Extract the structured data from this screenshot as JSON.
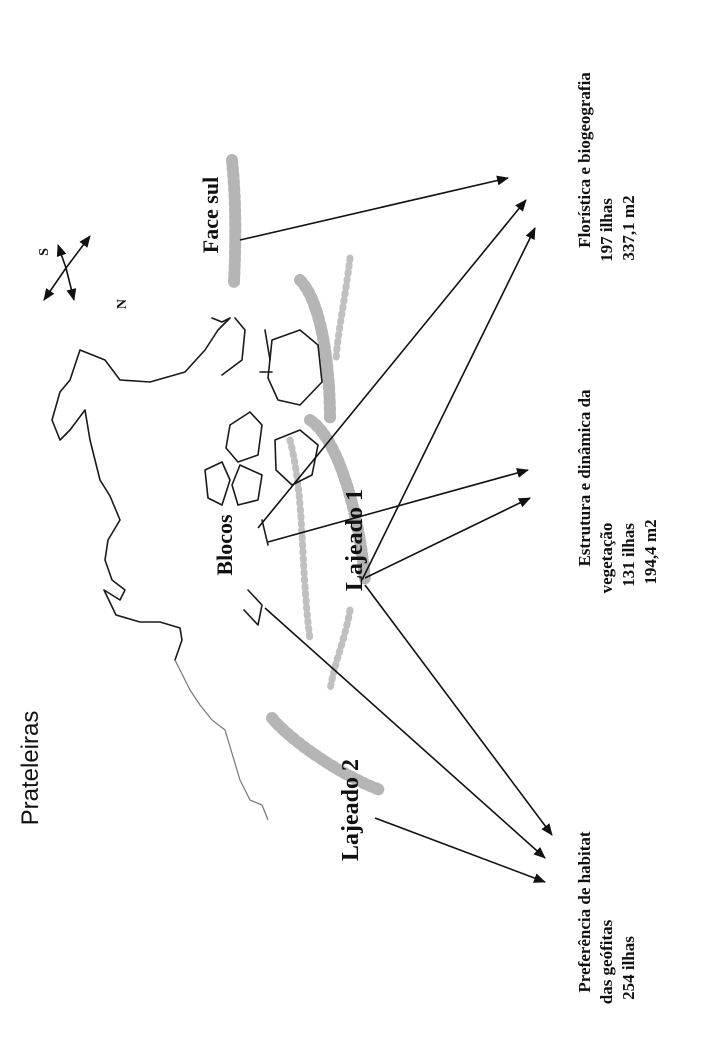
{
  "title": "Prateleiras",
  "compass": {
    "south": "S",
    "north": "N"
  },
  "site_labels": {
    "face_sul": "Face sul",
    "blocos": "Blocos",
    "lajeado1": "Lajeado 1",
    "lajeado2": "Lajeado 2"
  },
  "studies": {
    "floristica": {
      "lines": [
        "Florística e biogeografia",
        "197 ilhas",
        "337,1 m2"
      ]
    },
    "estrutura": {
      "lines": [
        "Estrutura e dinâmica da",
        "vegetação",
        "131 ilhas",
        "194,4 m2"
      ]
    },
    "preferencia": {
      "lines": [
        "Preferência de habitat",
        "das geófitas",
        "254 ilhas"
      ]
    }
  }
}
